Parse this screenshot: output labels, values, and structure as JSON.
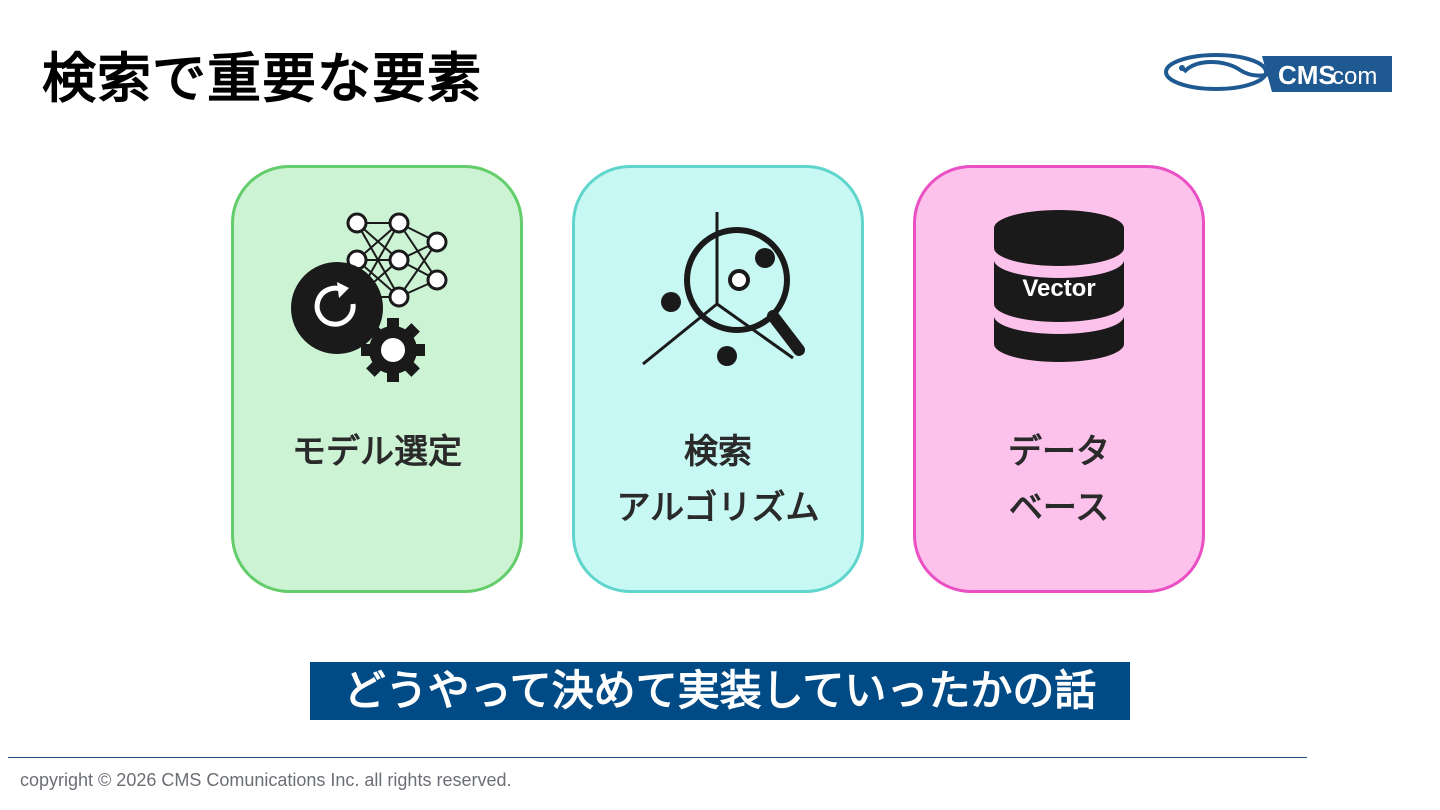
{
  "slide": {
    "title": "検索で重要な要素",
    "banner_text": "どうやって決めて実装していったかの話",
    "copyright": "copyright © 2026 CMS Comunications Inc. all rights reserved."
  },
  "logo": {
    "text_bold": "CMS",
    "text_light": "com"
  },
  "cards": [
    {
      "label": "モデル選定",
      "icon": "neural-network-gear-icon",
      "fill": "#ccf3d4",
      "border": "#62cd6a"
    },
    {
      "label_line1": "検索",
      "label_line2": "アルゴリズム",
      "icon": "magnifier-vector-search-icon",
      "fill": "#c7f8f3",
      "border": "#5fd5cb"
    },
    {
      "label_line1": "データ",
      "label_line2": "ベース",
      "icon": "vector-database-icon",
      "icon_text": "Vector",
      "fill": "#fdc2ec",
      "border": "#ea4fc4"
    }
  ],
  "colors": {
    "banner": "#004a85",
    "rule": "#1c4f82"
  }
}
